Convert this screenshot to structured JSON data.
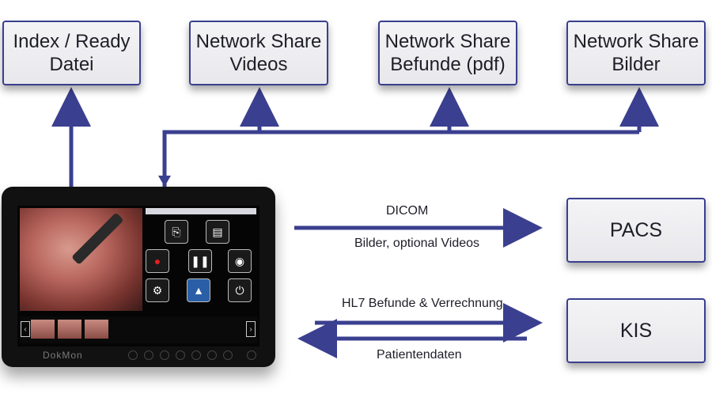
{
  "top_boxes": [
    {
      "line1": "Index / Ready",
      "line2": "Datei"
    },
    {
      "line1": "Network Share",
      "line2": "Videos"
    },
    {
      "line1": "Network Share",
      "line2": "Befunde (pdf)"
    },
    {
      "line1": "Network Share",
      "line2": "Bilder"
    }
  ],
  "right_boxes": {
    "pacs": "PACS",
    "kis": "KIS"
  },
  "labels": {
    "dicom": "DICOM",
    "dicom_sub": "Bilder, optional Videos",
    "hl7": "HL7 Befunde & Verrechnung",
    "patient": "Patientendaten"
  },
  "device": {
    "brand": "DokMon"
  },
  "colors": {
    "accent": "#3a3f8f"
  }
}
